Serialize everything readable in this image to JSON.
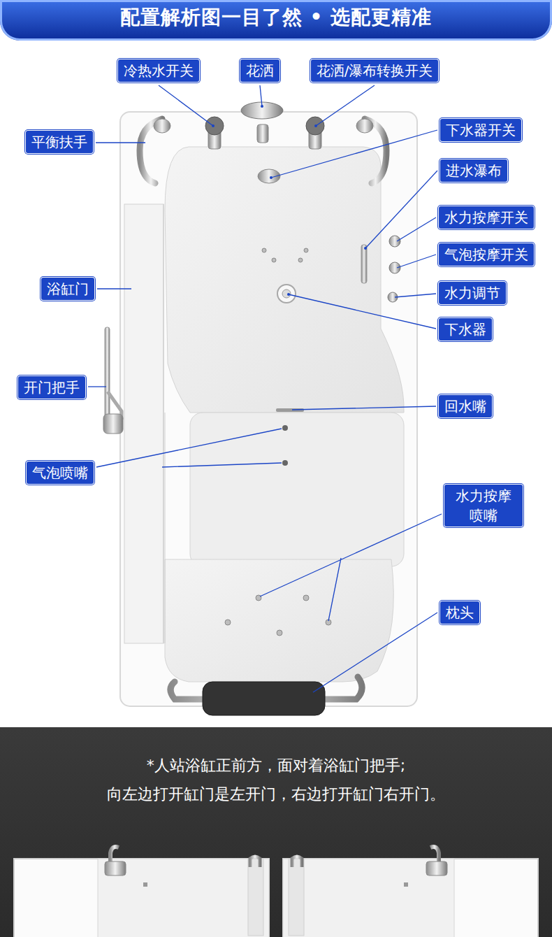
{
  "diagram": {
    "title": "配置解析图一目了然 • 选配更精准",
    "nodes": [
      {
        "text": [
          "冷热水开关"
        ]
      },
      {
        "text": [
          "花洒"
        ]
      },
      {
        "text": [
          "花洒/瀑布转换开关"
        ]
      },
      {
        "text": [
          "平衡扶手"
        ]
      },
      {
        "text": [
          "下水器开关"
        ]
      },
      {
        "text": [
          "进水瀑布"
        ]
      },
      {
        "text": [
          "水力按摩开关"
        ]
      },
      {
        "text": [
          "气泡按摩开关"
        ]
      },
      {
        "text": [
          "浴缸门"
        ]
      },
      {
        "text": [
          "水力调节"
        ]
      },
      {
        "text": [
          "下水器"
        ]
      },
      {
        "text": [
          "开门把手"
        ]
      },
      {
        "text": [
          "回水嘴"
        ]
      },
      {
        "text": [
          "气泡喷嘴"
        ]
      },
      {
        "text": [
          "水力按摩 喷嘴"
        ]
      },
      {
        "text": [
          "枕头"
        ]
      }
    ],
    "labels": [
      "*人站浴缸正前方，面对着浴缸门把手;",
      "向左边打开缸门是左开门，右边打开缸门右开门。"
    ]
  }
}
